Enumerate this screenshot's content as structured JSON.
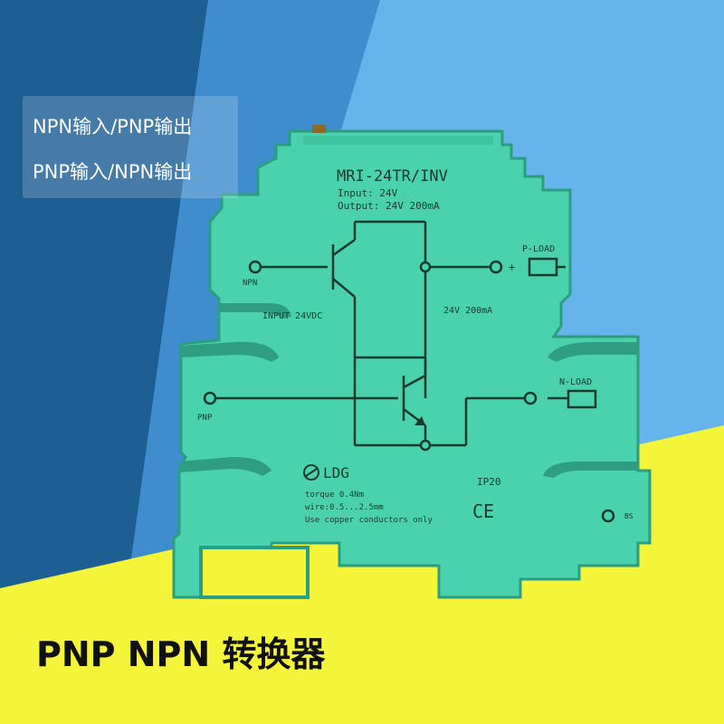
{
  "promo": {
    "line1": "NPN输入/PNP输出",
    "line2": "PNP输入/NPN输出"
  },
  "title": "PNP NPN 转换器",
  "device": {
    "model": "MRI-24TR/INV",
    "input_spec": "Input:  24V",
    "output_spec": "Output: 24V     200mA",
    "npn_label": "NPN",
    "pnp_label": "PNP",
    "input_voltage_label": "INPUT 24VDC",
    "output_rating_label": "24V 200mA",
    "p_load_label": "P-LOAD",
    "n_load_label": "N-LOAD",
    "plus_sign": "+",
    "minus_sign": "-",
    "brand": "LDG",
    "torque": "torque 0.4Nm",
    "wire": "wire:0.5...2.5mm",
    "copper_note": "Use copper conductors only",
    "ip_rating": "IP20",
    "ce_mark": "CE",
    "bs_label": "BS"
  },
  "colors": {
    "bg_dark_blue": "#1d5f93",
    "bg_light_blue": "#5faee6",
    "bg_yellow": "#f4f53a",
    "device_green": "#4ad2ac",
    "device_edge": "#2b9e80",
    "trace": "#1a3a2e"
  }
}
